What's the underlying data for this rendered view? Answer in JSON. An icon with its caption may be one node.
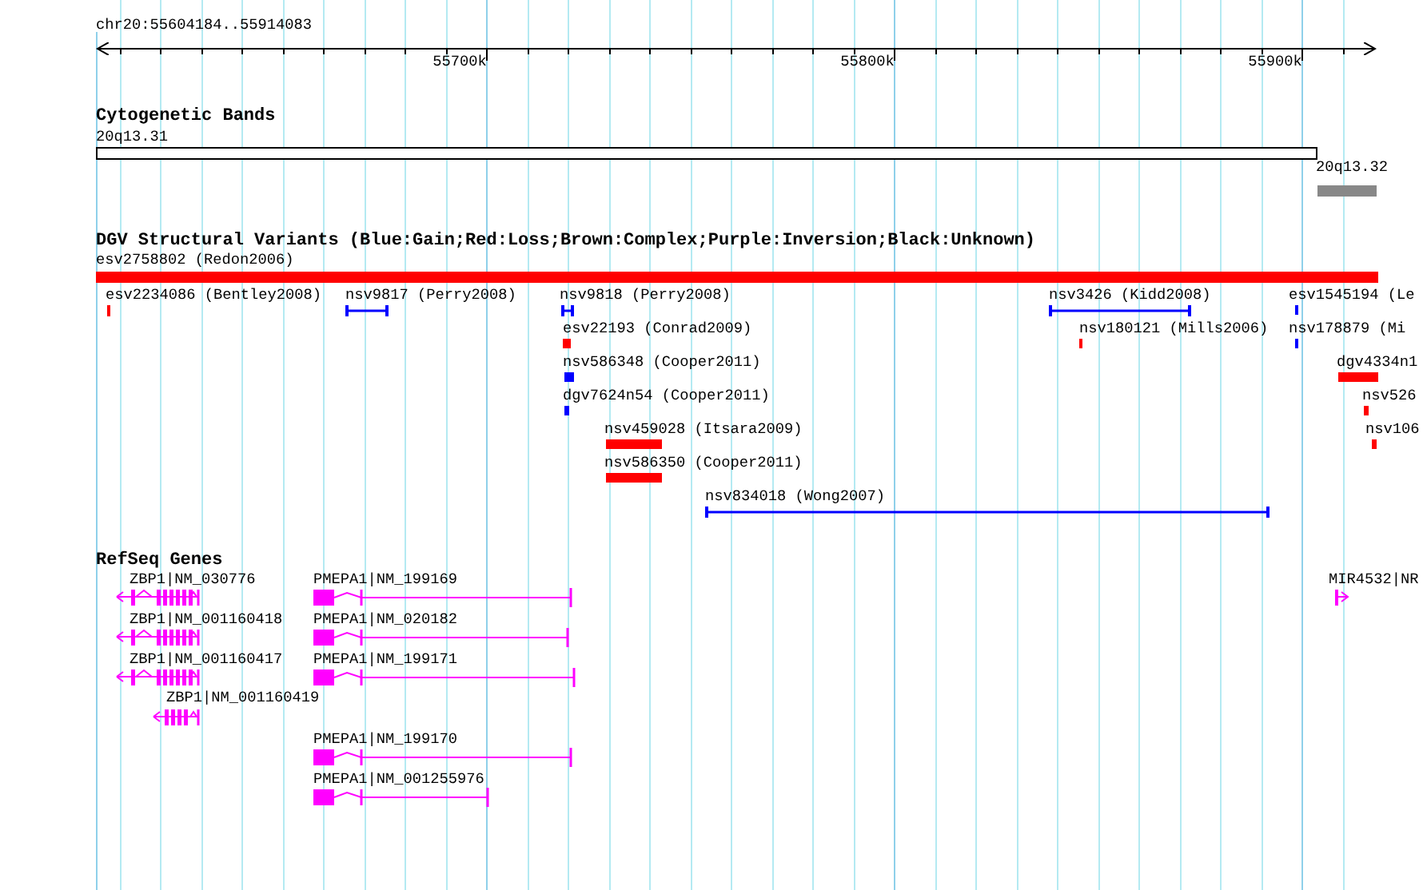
{
  "diagram": {
    "labels": [
      "chr20:55604184..55914083",
      "55700k",
      "55800k",
      "55900k",
      "Cytogenetic Bands",
      "20q13.31",
      "20q13.32",
      "DGV Structural Variants (Blue:Gain;Red:Loss;Brown:Complex;Purple:Inversion;Black:Unknown)",
      "esv2758802 (Redon2006)",
      "esv2234086 (Bentley2008)",
      "nsv9817 (Perry2008)",
      "nsv9818 (Perry2008)",
      "nsv3426 (Kidd2008)",
      "esv1545194 (Le",
      "esv22193 (Conrad2009)",
      "nsv180121 (Mills2006)",
      "nsv178879 (Mi",
      "nsv586348 (Cooper2011)",
      "dgv4334n1",
      "dgv7624n54 (Cooper2011)",
      "nsv526",
      "nsv459028 (Itsara2009)",
      "nsv106",
      "nsv586350 (Cooper2011)",
      "nsv834018 (Wong2007)",
      "RefSeq Genes",
      "ZBP1|NM_030776",
      "PMEPA1|NM_199169",
      "MIR4532|NR",
      "ZBP1|NM_001160418",
      "PMEPA1|NM_020182",
      "ZBP1|NM_001160417",
      "PMEPA1|NM_199171",
      "ZBP1|NM_001160419",
      "PMEPA1|NM_199170",
      "PMEPA1|NM_001255976"
    ]
  }
}
